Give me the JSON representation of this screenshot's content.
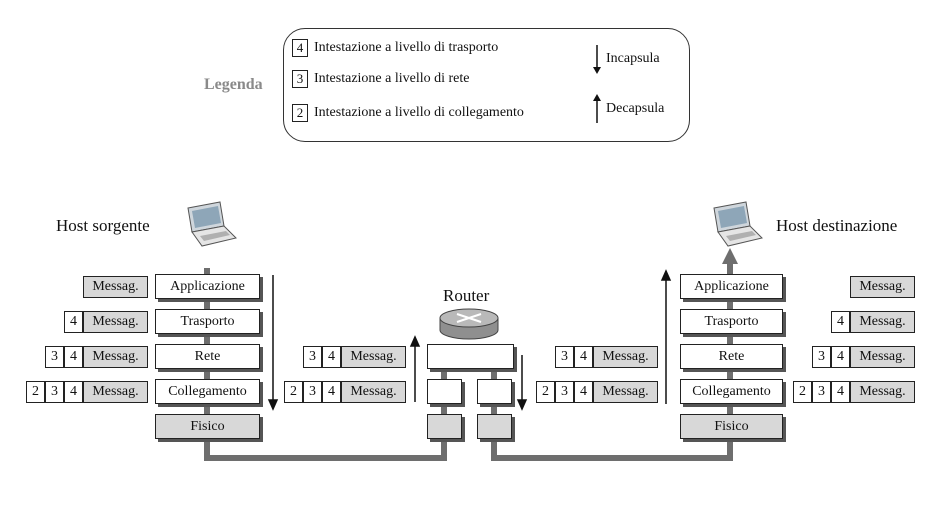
{
  "legend": {
    "title": "Legenda",
    "items": [
      {
        "num": "4",
        "text": "Intestazione a livello di trasporto"
      },
      {
        "num": "3",
        "text": "Intestazione a livello di rete"
      },
      {
        "num": "2",
        "text": "Intestazione a livello di collegamento"
      }
    ],
    "encapsulate": "Incapsula",
    "decapsulate": "Decapsula"
  },
  "source_host": {
    "label": "Host sorgente",
    "layers": [
      "Applicazione",
      "Trasporto",
      "Rete",
      "Collegamento",
      "Fisico"
    ],
    "packets": [
      [
        "Messag."
      ],
      [
        "4",
        "Messag."
      ],
      [
        "3",
        "4",
        "Messag."
      ],
      [
        "2",
        "3",
        "4",
        "Messag."
      ]
    ]
  },
  "router": {
    "label": "Router",
    "in_packets": [
      [
        "3",
        "4",
        "Messag."
      ],
      [
        "2",
        "3",
        "4",
        "Messag."
      ]
    ],
    "out_packets": [
      [
        "3",
        "4",
        "Messag."
      ],
      [
        "2",
        "3",
        "4",
        "Messag."
      ]
    ]
  },
  "dest_host": {
    "label": "Host destinazione",
    "layers": [
      "Applicazione",
      "Trasporto",
      "Rete",
      "Collegamento",
      "Fisico"
    ],
    "packets": [
      [
        "Messag."
      ],
      [
        "4",
        "Messag."
      ],
      [
        "3",
        "4",
        "Messag."
      ],
      [
        "2",
        "3",
        "4",
        "Messag."
      ]
    ]
  },
  "colors": {
    "path": "#6e6e6e",
    "gray_box": "#d8d8d8",
    "legend_title": "#8a8a8a"
  }
}
